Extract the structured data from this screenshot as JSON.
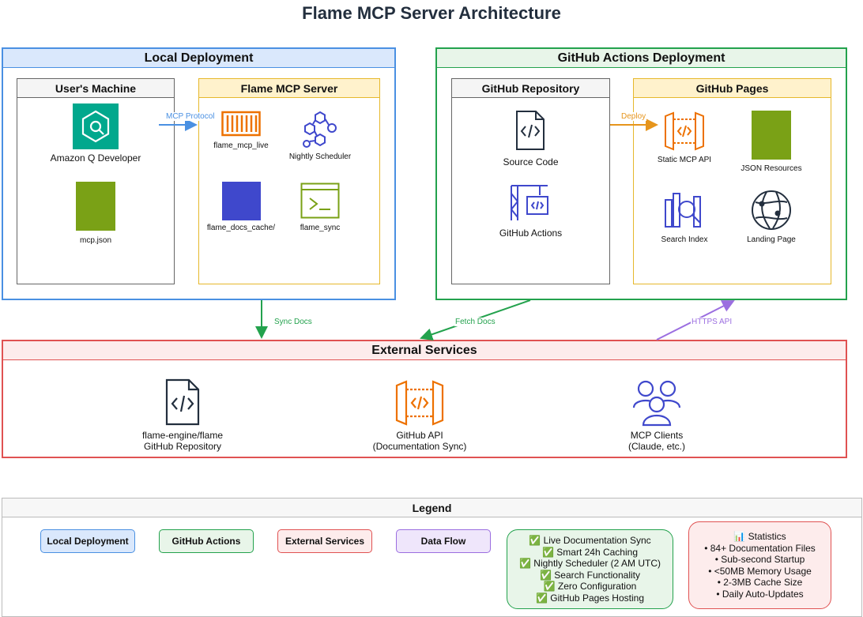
{
  "title": "Flame MCP Server Architecture",
  "colors": {
    "local": "#4a90e2",
    "local_fill": "#dae8fc",
    "github": "#23a24d",
    "github_fill": "#e8f5e9",
    "external": "#e05252",
    "external_fill": "#fdecec",
    "flow": "#9b6ee0",
    "flow_fill": "#efe6fb",
    "server": "#e6b82c",
    "server_fill": "#fff2cc",
    "aws_green": "#01a88d",
    "aws_orange": "#ed7100",
    "aws_purple": "#3f48cc",
    "aws_olive": "#7aa116",
    "dark": "#232f3e"
  },
  "groups": {
    "local": {
      "title": "Local Deployment",
      "users_machine": {
        "title": "User's Machine",
        "items": [
          {
            "label": "Amazon Q Developer",
            "icon": "amazon-q-icon"
          },
          {
            "label": "mcp.json",
            "icon": "config-file-icon"
          }
        ]
      },
      "flame_server": {
        "title": "Flame MCP Server",
        "items": [
          {
            "label": "flame_mcp_live",
            "icon": "container-icon"
          },
          {
            "label": "Nightly Scheduler",
            "icon": "step-functions-icon"
          },
          {
            "label": "flame_docs_cache/",
            "icon": "cache-icon"
          },
          {
            "label": "flame_sync",
            "icon": "terminal-icon"
          }
        ]
      }
    },
    "github": {
      "title": "GitHub Actions Deployment",
      "repo": {
        "title": "GitHub Repository",
        "items": [
          {
            "label": "Source Code",
            "icon": "source-code-icon"
          },
          {
            "label": "GitHub Actions",
            "icon": "ci-crane-icon"
          }
        ]
      },
      "pages": {
        "title": "GitHub Pages",
        "items": [
          {
            "label": "Static MCP API",
            "icon": "api-gateway-icon"
          },
          {
            "label": "JSON Resources",
            "icon": "json-resource-icon"
          },
          {
            "label": "Search Index",
            "icon": "search-index-icon"
          },
          {
            "label": "Landing Page",
            "icon": "globe-icon"
          }
        ]
      }
    },
    "external": {
      "title": "External Services",
      "items": [
        {
          "label_line1": "flame-engine/flame",
          "label_line2": "GitHub Repository",
          "icon": "source-code-icon"
        },
        {
          "label_line1": "GitHub API",
          "label_line2": "(Documentation Sync)",
          "icon": "api-gateway-icon"
        },
        {
          "label_line1": "MCP Clients",
          "label_line2": "(Claude, etc.)",
          "icon": "users-icon"
        }
      ]
    }
  },
  "edges": {
    "mcp_protocol": "MCP Protocol",
    "deploy": "Deploy",
    "sync_docs": "Sync Docs",
    "fetch_docs": "Fetch Docs",
    "https_api": "HTTPS API"
  },
  "legend": {
    "title": "Legend",
    "chips": [
      {
        "label": "Local Deployment"
      },
      {
        "label": "GitHub Actions"
      },
      {
        "label": "External Services"
      },
      {
        "label": "Data Flow"
      }
    ],
    "features": [
      "✅ Live Documentation Sync",
      "✅ Smart 24h Caching",
      "✅ Nightly Scheduler (2 AM UTC)",
      "✅ Search Functionality",
      "✅ Zero Configuration",
      "✅ GitHub Pages Hosting"
    ],
    "stats": [
      "📊 Statistics",
      "• 84+ Documentation Files",
      "• Sub-second Startup",
      "• <50MB Memory Usage",
      "• 2-3MB Cache Size",
      "• Daily Auto-Updates"
    ]
  }
}
